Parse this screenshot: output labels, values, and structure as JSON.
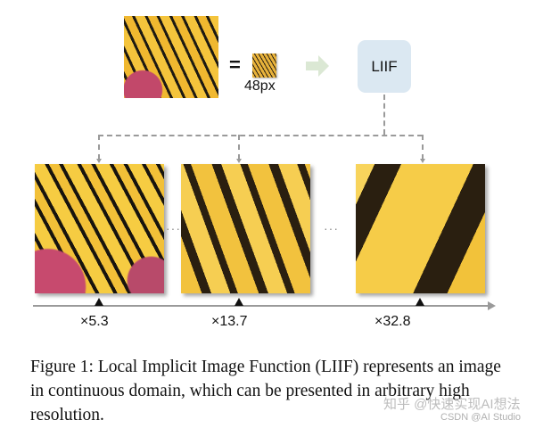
{
  "figure": {
    "input": {
      "equals_sign": "=",
      "size_label": "48px"
    },
    "model_box": {
      "label": "LIIF",
      "color": "#dbe8f2"
    },
    "arrow_color": "#dbe8d6",
    "outputs": [
      {
        "scale_label": "×5.3"
      },
      {
        "scale_label": "×13.7"
      },
      {
        "scale_label": "×32.8"
      }
    ],
    "ellipsis": "···"
  },
  "caption": {
    "text": "Figure 1: Local Implicit Image Function (LIIF) represents an image in continuous domain, which can be presented in arbitrary high resolution."
  },
  "watermarks": {
    "zhihu": "知乎 @快速实现AI想法",
    "csdn": "CSDN @AI Studio"
  }
}
